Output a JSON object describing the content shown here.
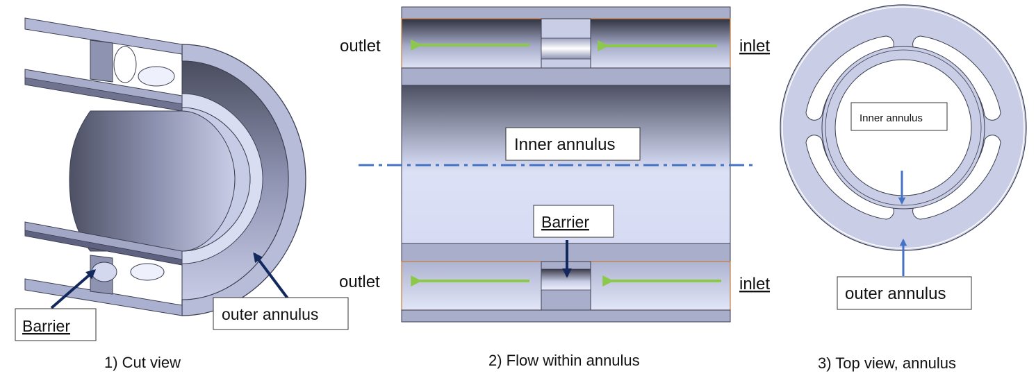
{
  "colors": {
    "metal_light": "#dfe3f6",
    "metal_mid": "#a9aed0",
    "metal_dark": "#6c7088",
    "edge": "#3b3e4f",
    "flow_arrow": "#8cc84b",
    "pointer_dark": "#13295e",
    "pointer_blue": "#4472c4",
    "axis_line": "#4472c4",
    "wall_outline": "#c87b3a"
  },
  "panels": {
    "cut_view": {
      "caption": "1) Cut view",
      "barrier_label": "Barrier",
      "outer_label": "outer annulus"
    },
    "flow": {
      "caption": "2) Flow within annulus",
      "inner_label": "Inner annulus",
      "barrier_label": "Barrier",
      "outlet_top": "outlet",
      "inlet_top": "inlet",
      "outlet_bottom": "outlet",
      "inlet_bottom": "inlet",
      "flow_direction_icon": "arrow-left-icon"
    },
    "top_view": {
      "caption": "3) Top view, annulus",
      "inner_label": "Inner annulus",
      "outer_label": "outer annulus"
    }
  }
}
